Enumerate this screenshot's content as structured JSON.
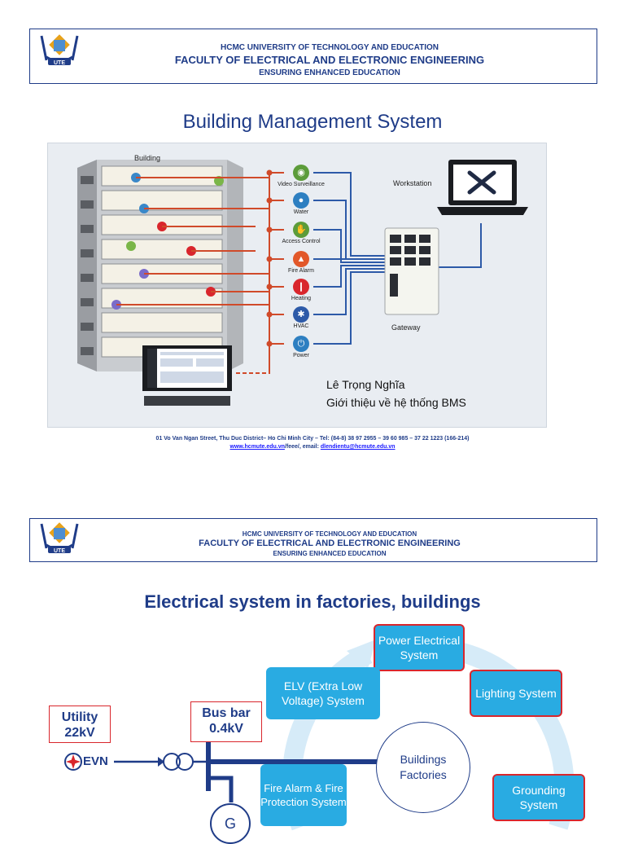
{
  "slide1": {
    "header": {
      "university": "HCMC UNIVERSITY OF TECHNOLOGY AND EDUCATION",
      "faculty": "FACULTY OF ELECTRICAL AND ELECTRONIC ENGINEERING",
      "motto": "ENSURING ENHANCED EDUCATION",
      "logo_text": "UTE"
    },
    "title": "Building Management System",
    "diagram": {
      "building_label": "Building",
      "workstation_label": "Workstation",
      "gateway_label": "Gateway",
      "services": [
        {
          "label": "Video Surveillance",
          "icon": "camera-icon",
          "color": "#5c9c3a"
        },
        {
          "label": "Water",
          "icon": "water-drop-icon",
          "color": "#2d7fc1"
        },
        {
          "label": "Access Control",
          "icon": "hand-icon",
          "color": "#5c9c3a"
        },
        {
          "label": "Fire Alarm",
          "icon": "flame-icon",
          "color": "#e2582a"
        },
        {
          "label": "Heating",
          "icon": "thermometer-icon",
          "color": "#d9262c"
        },
        {
          "label": "HVAC",
          "icon": "snowflake-icon",
          "color": "#2d5aa8"
        },
        {
          "label": "Power",
          "icon": "power-icon",
          "color": "#2d7fc1"
        }
      ],
      "author": "Lê Trọng Nghĩa",
      "subtitle": "Giới thiệu về hệ thống BMS"
    },
    "footer": {
      "address": "01 Vo Van Ngan Street, Thu Duc District– Ho Chi Minh City – Tel: (84-8) 38 97 2955 – 39 60 985 – 37 22 1223 (166-214)",
      "website": "www.hcmute.edu.vn",
      "website_suffix": "/feee/, email: ",
      "email": "dlendientu@hcmute.edu.vn"
    }
  },
  "slide2": {
    "header": {
      "university": "HCMC UNIVERSITY OF TECHNOLOGY  AND EDUCATION",
      "faculty": "FACULTY OF ELECTRICAL AND ELECTRONIC ENGINEERING",
      "motto": "ENSURING ENHANCED EDUCATION",
      "logo_text": "UTE"
    },
    "title": "Electrical system in factories, buildings",
    "utility_line1": "Utility",
    "utility_line2": "22kV",
    "busbar_line1": "Bus bar",
    "busbar_line2": "0.4kV",
    "evn_label": "EVN",
    "generator_label": "G",
    "center_line1": "Buildings",
    "center_line2": "Factories",
    "boxes": {
      "power": "Power Electrical System",
      "elv": "ELV (Extra Low Voltage) System",
      "lighting": "Lighting System",
      "fire": "Fire Alarm & Fire Protection System",
      "grounding": "Grounding System"
    }
  }
}
